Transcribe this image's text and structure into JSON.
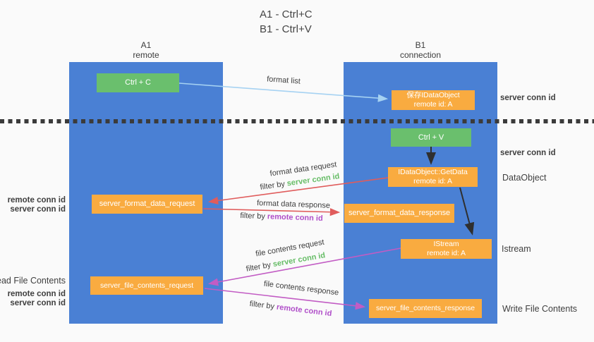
{
  "colors": {
    "background": "#fafafa",
    "lane_blue": "#4a80d4",
    "node_green": "#6abf6d",
    "node_orange": "#f9ab40",
    "text_dark": "#3d3d3d",
    "text_green": "#67bd67",
    "text_purple": "#b04fc9",
    "arrow_blue": "#a6d2f2",
    "arrow_red": "#e05c5c",
    "arrow_magenta": "#c25cc4",
    "arrow_black": "#2f2f2f",
    "dash": "#3b3b3b"
  },
  "title": {
    "line1": "A1 - Ctrl+C",
    "line2": "B1 - Ctrl+V"
  },
  "lanes": {
    "left": {
      "name": "A1",
      "role": "remote"
    },
    "right": {
      "name": "B1",
      "role": "connection"
    }
  },
  "nodes": {
    "ctrl_c": {
      "label": "Ctrl + C"
    },
    "save_dataobject": {
      "line1": "保存IDataObject",
      "line2": "remote id: A"
    },
    "ctrl_v": {
      "label": "Ctrl + V"
    },
    "getdata": {
      "line1": "IDataObject::GetData",
      "line2": "remote id: A"
    },
    "format_request": {
      "label": "server_format_data_request"
    },
    "format_response": {
      "label": "server_format_data_response"
    },
    "istream": {
      "line1": "IStream",
      "line2": "remote id: A"
    },
    "file_request": {
      "label": "server_file_contents_request"
    },
    "file_response": {
      "label": "server_file_contents_response"
    }
  },
  "arrows": {
    "format_list": {
      "label": "format list"
    },
    "format_data_request": {
      "label": "format data request",
      "filter_prefix": "filter by ",
      "filter_key": "server conn id"
    },
    "format_data_response": {
      "label": "format data response",
      "filter_prefix": "filter by ",
      "filter_key": "remote conn id"
    },
    "file_contents_request": {
      "label": "file contents request",
      "filter_prefix": "filter by ",
      "filter_key": "server conn id"
    },
    "file_contents_response": {
      "label": "file contents response",
      "filter_prefix": "filter by ",
      "filter_key": "remote conn id"
    }
  },
  "side_labels": {
    "right": {
      "server_conn_id_top": "server conn id",
      "server_conn_id_mid": "server conn id",
      "dataobject": "DataObject",
      "istream": "Istream",
      "write_file_contents": "Write File Contents"
    },
    "left": {
      "remote_conn_id_top": "remote conn id",
      "server_conn_id_top": "server conn id",
      "read_file_contents": "Read File Contents",
      "remote_conn_id_bottom": "remote conn id",
      "server_conn_id_bottom": "server conn id"
    }
  }
}
